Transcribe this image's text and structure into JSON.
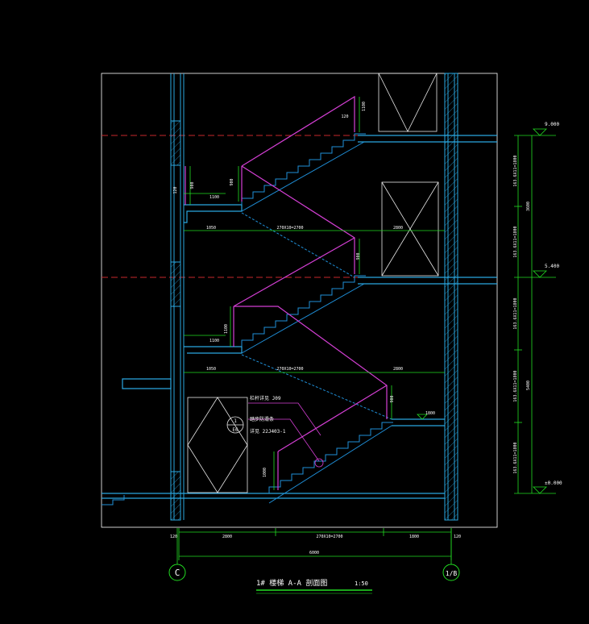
{
  "title": {
    "main": "1# 楼梯    A-A 剖面图",
    "scale": "1:50"
  },
  "axes": {
    "left": "C",
    "right": "1/B"
  },
  "elevations": [
    "9.000",
    "5.400",
    "±0.000"
  ],
  "bottom_dims": {
    "left_wall": "120",
    "seg1": "2800",
    "seg2": "270X10=2700",
    "seg3": "1800",
    "right_wall": "120",
    "total": "6000"
  },
  "right_dims": {
    "upper_step": "163.6X11=1800",
    "upper_step2": "163.6X11=1800",
    "upper_total": "3600",
    "lower_step1": "163.6X11=1800",
    "lower_step2": "163.6X11=1800",
    "lower_step3": "163.6X11=1800",
    "lower_total": "5400"
  },
  "inner_dims": {
    "run_upper": "270X10=2700",
    "run_lower": "270X10=2700",
    "landing_upper": "1050",
    "landing_lower": "1050",
    "upper_right": "2800",
    "lower_right": "2800",
    "bottom_landing": "1800",
    "rail_h1": "1100",
    "rail_h2": "900",
    "rail_h3": "1100",
    "rail_h4": "900",
    "rail_h5": "900",
    "rail_h6": "1000",
    "rail_h7": "900",
    "wall_120": "120",
    "rail_top": "120",
    "h_1100a": "1100",
    "h_1100b": "1100"
  },
  "annotations": {
    "note1": "栏杆详见 J09",
    "note2": "踏步防滑条",
    "note3": "详见 22J403-1",
    "detail_num": "1",
    "detail_ref": "E6"
  },
  "colors": {
    "wall": "#2aa7e0",
    "stair": "#1f8fd8",
    "rail": "#d43fd4",
    "dim": "#22dd22",
    "floorline": "#c8282c",
    "detail": "#e8e8e8"
  }
}
